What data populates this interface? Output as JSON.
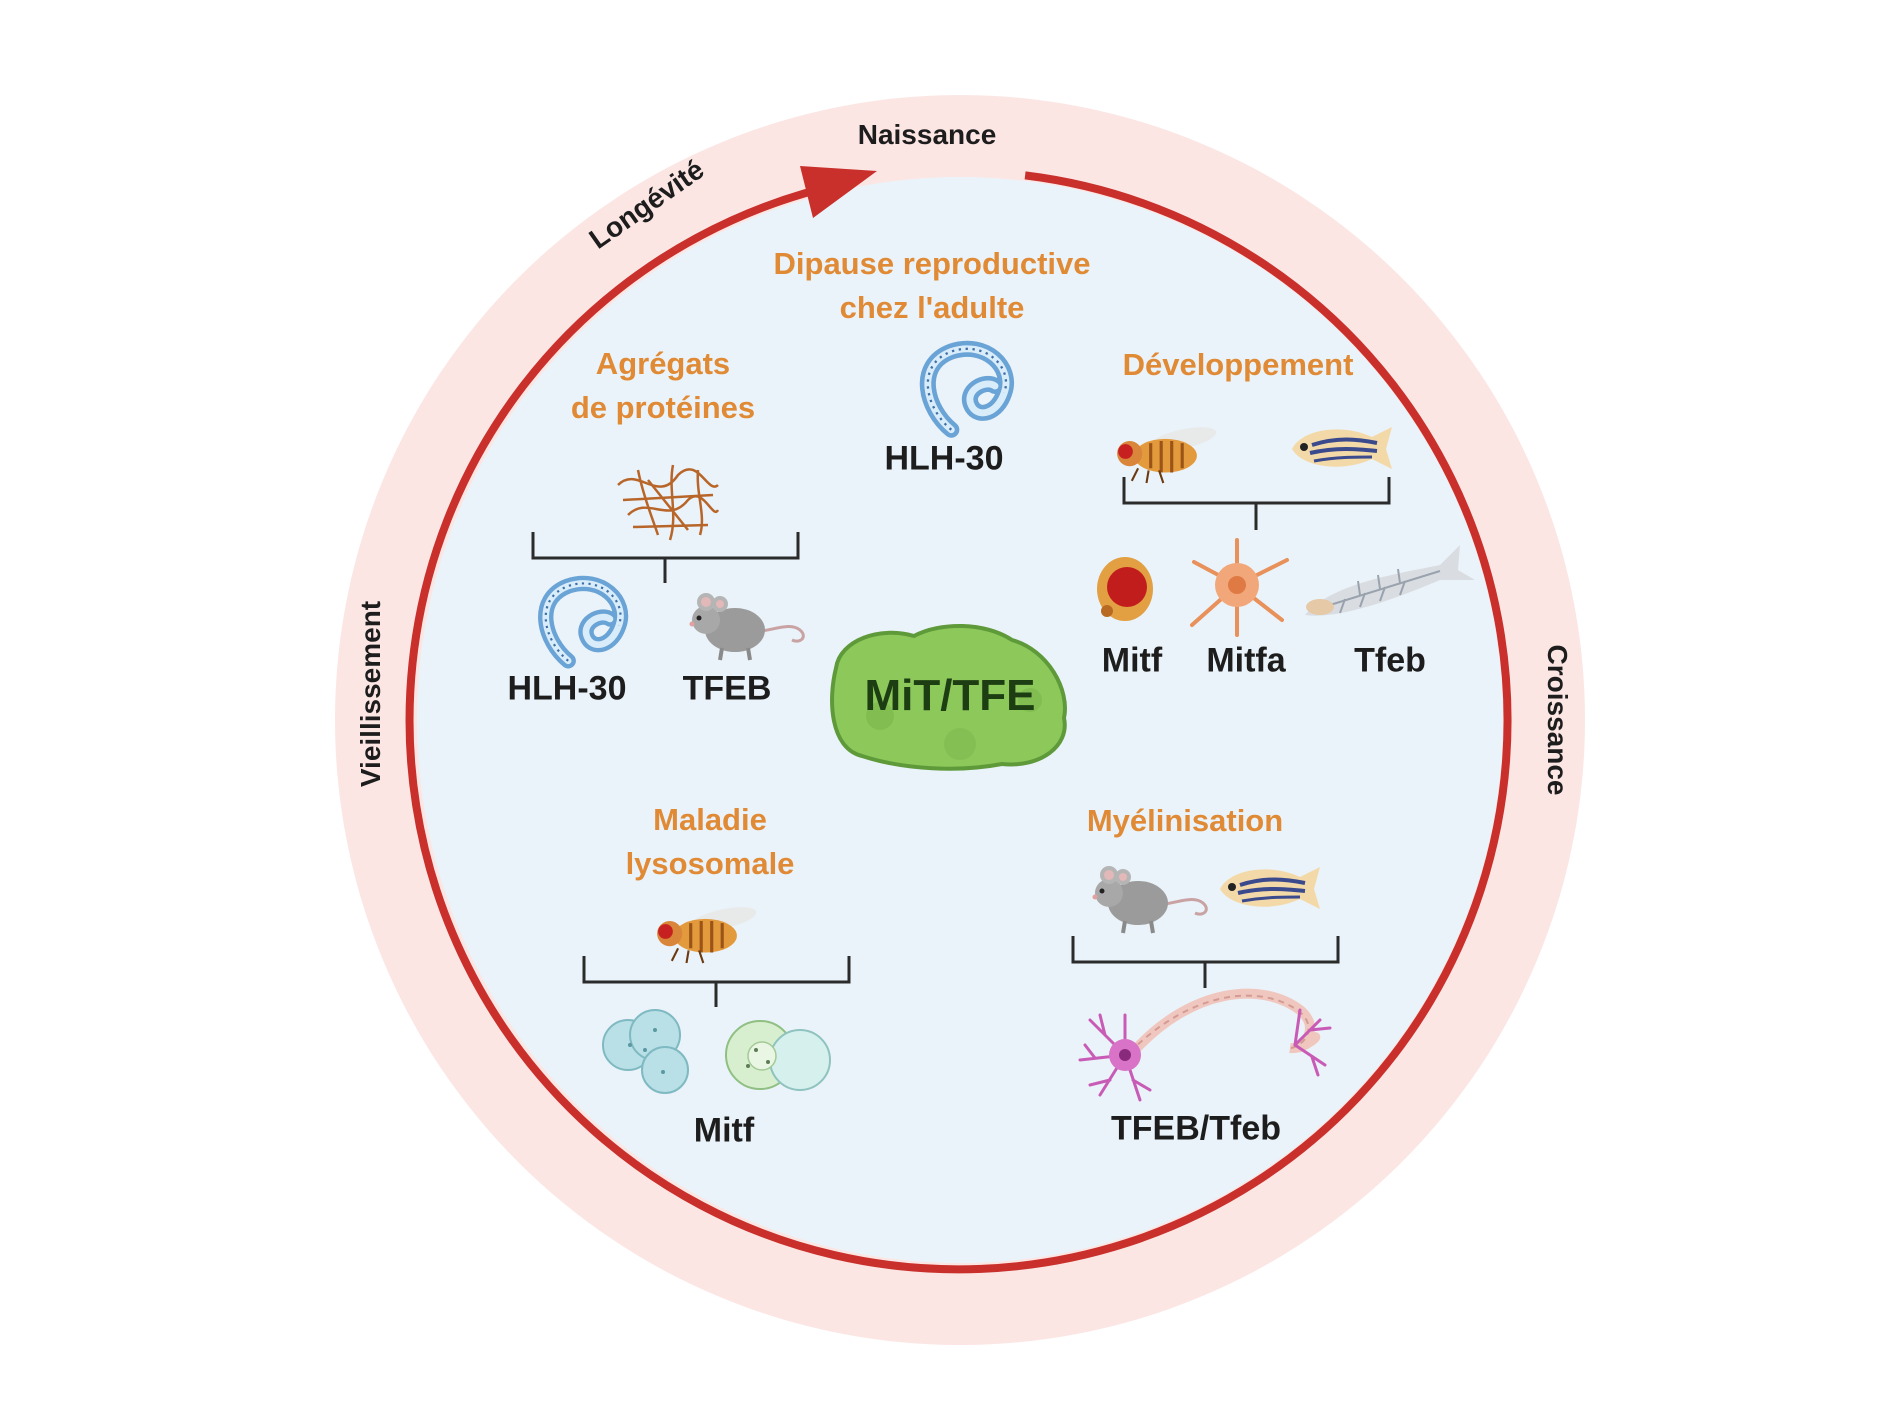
{
  "colors": {
    "outer_ring": "#fbe6e4",
    "cycle_line": "#c9302c",
    "inner_fill": "#eaf3f9",
    "category_text": "#e08a35",
    "gene_text": "#1d1d1d",
    "hub_fill": "#8cc85a"
  },
  "center": {
    "label": "MiT/TFE"
  },
  "stages": {
    "birth": "Naissance",
    "longevity": "Longévité",
    "aging": "Vieillissement",
    "growth": "Croissance"
  },
  "categories": {
    "diapause": {
      "line1": "Dipause reproductive",
      "line2": "chez l'adulte",
      "organism_icons": [
        "worm-icon"
      ],
      "genes": [
        "HLH-30"
      ]
    },
    "aggregates": {
      "line1": "Agrégats",
      "line2": "de protéines",
      "organism_icons": [
        "protein-aggregate-icon",
        "worm-icon",
        "mouse-icon"
      ],
      "genes": [
        "HLH-30",
        "TFEB"
      ]
    },
    "development": {
      "line1": "Développement",
      "organism_icons": [
        "fly-icon",
        "zebrafish-icon",
        "fly-eye-icon",
        "melanocyte-icon",
        "zebrafish-skeleton-icon"
      ],
      "genes": [
        "Mitf",
        "Mitfa",
        "Tfeb"
      ]
    },
    "lysosomal": {
      "line1": "Maladie",
      "line2": "lysosomale",
      "organism_icons": [
        "fly-icon",
        "cells-icon",
        "dividing-cell-icon"
      ],
      "genes": [
        "Mitf"
      ]
    },
    "myelination": {
      "line1": "Myélinisation",
      "organism_icons": [
        "mouse-icon",
        "zebrafish-icon",
        "neuron-icon"
      ],
      "genes": [
        "TFEB/Tfeb"
      ]
    }
  }
}
